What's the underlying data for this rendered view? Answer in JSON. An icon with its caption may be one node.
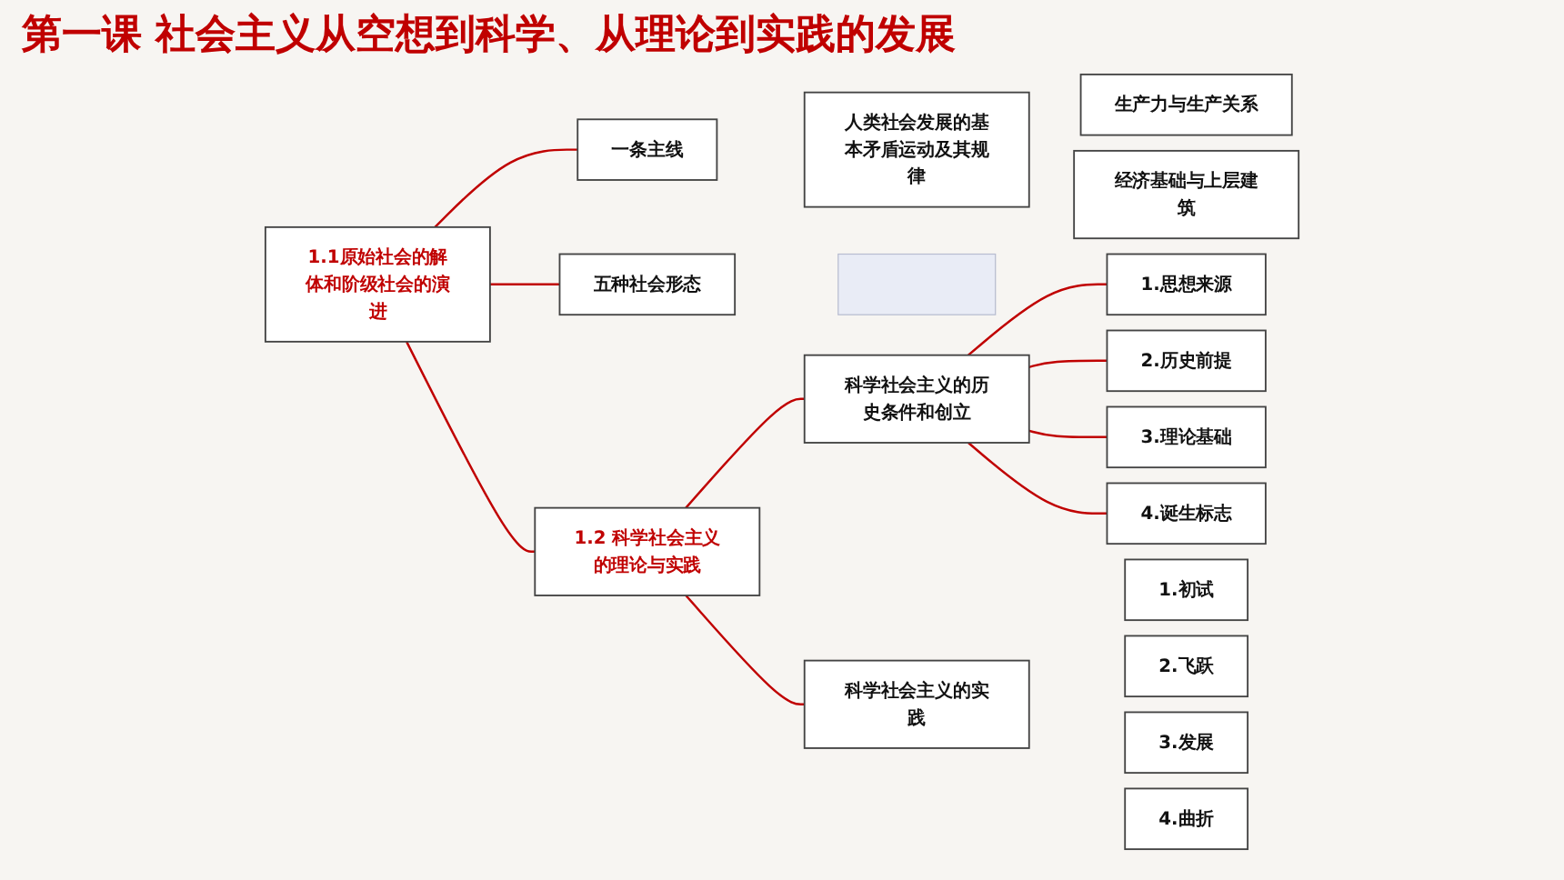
{
  "diagram": {
    "title": "第一课 社会主义从空想到科学、从理论到实践的发展",
    "nodes": [
      {
        "text": [
          "1.1原始社会的解体和阶级社会的演进"
        ]
      },
      {
        "text": [
          "一条主线"
        ]
      },
      {
        "text": [
          "人类社会发展的基本矛盾运动及其规律"
        ]
      },
      {
        "text": [
          "生产力与生产关系"
        ]
      },
      {
        "text": [
          "经济基础与上层建筑"
        ]
      },
      {
        "text": [
          "五种社会形态"
        ]
      },
      {
        "text": [],
        "shape": "box"
      },
      {
        "text": [
          "1.2 科学社会主义的理论与实践"
        ]
      },
      {
        "text": [
          "科学社会主义的历史条件和创立"
        ]
      },
      {
        "text": [
          "1.思想来源"
        ]
      },
      {
        "text": [
          "2.历史前提"
        ]
      },
      {
        "text": [
          "3.理论基础"
        ]
      },
      {
        "text": [
          "4.诞生标志"
        ]
      },
      {
        "text": [
          "科学社会主义的实践"
        ]
      },
      {
        "text": [
          "1.初试"
        ]
      },
      {
        "text": [
          "2.飞跃"
        ]
      },
      {
        "text": [
          "3.发展"
        ]
      },
      {
        "text": [
          "4.曲折"
        ]
      }
    ],
    "edges": [
      {
        "from": 0,
        "to": 1,
        "arrow": "none"
      },
      {
        "from": 0,
        "to": 5,
        "arrow": "none"
      },
      {
        "from": 0,
        "to": 7,
        "arrow": "none"
      },
      {
        "from": 7,
        "to": 8,
        "arrow": "none"
      },
      {
        "from": 7,
        "to": 13,
        "arrow": "none"
      },
      {
        "from": 8,
        "to": 9,
        "arrow": "none"
      },
      {
        "from": 8,
        "to": 10,
        "arrow": "none"
      },
      {
        "from": 8,
        "to": 11,
        "arrow": "none"
      },
      {
        "from": 8,
        "to": 12,
        "arrow": "none"
      }
    ]
  }
}
